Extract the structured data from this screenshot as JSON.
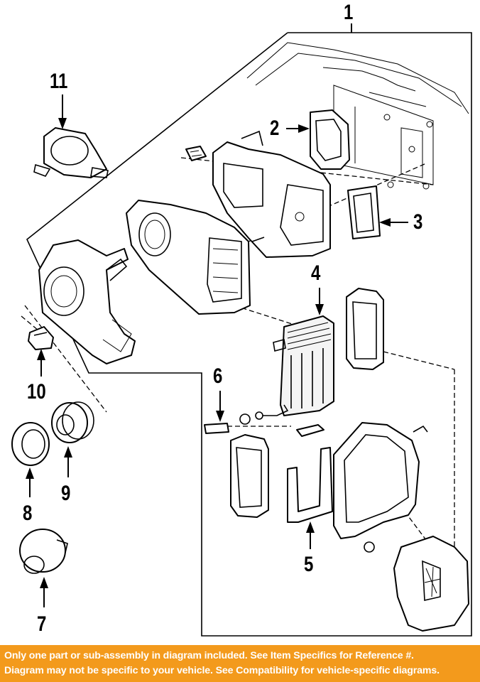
{
  "callouts": {
    "c1": "1",
    "c2": "2",
    "c3": "3",
    "c4": "4",
    "c5": "5",
    "c6": "6",
    "c7": "7",
    "c8": "8",
    "c9": "9",
    "c10": "10",
    "c11": "11"
  },
  "banner": {
    "line1": "Only one part or sub-assembly in diagram included. See Item Specifics for Reference #.",
    "line2": "Diagram may not be specific to your vehicle. See Compatibility for vehicle-specific diagrams."
  },
  "colors": {
    "banner_bg": "#f39a1c",
    "banner_text": "#ffffff",
    "line_art": "#000000"
  }
}
